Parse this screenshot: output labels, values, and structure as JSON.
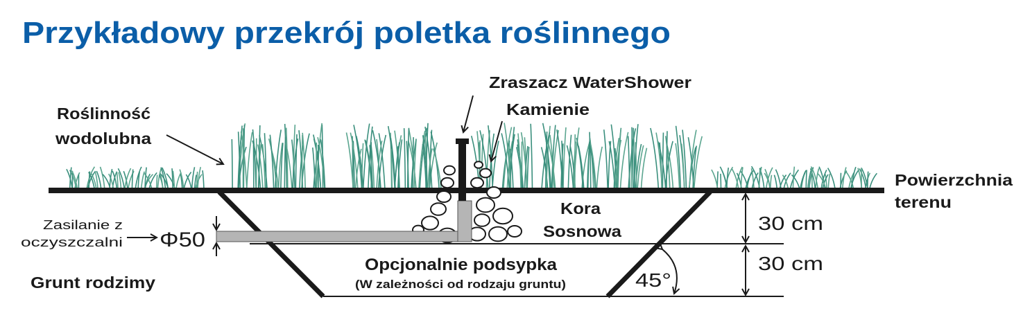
{
  "title": "Przykładowy przekrój poletka roślinnego",
  "labels": {
    "vegetation_1": "Roślinność",
    "vegetation_2": "wodolubna",
    "sprinkler": "Zraszacz WaterShower",
    "stones": "Kamienie",
    "surface_1": "Powierzchnia",
    "surface_2": "terenu",
    "bark_1": "Kora",
    "bark_2": "Sosnowa",
    "supply_1": "Zasilanie z",
    "supply_2": "oczyszczalni",
    "pipe_diameter": "Φ50",
    "native_soil": "Grunt rodzimy",
    "optional_1": "Opcjonalnie podsypka",
    "optional_2": "(W zależności od rodzaju gruntu)",
    "depth_top": "30 cm",
    "depth_bottom": "30 cm",
    "angle": "45°"
  },
  "colors": {
    "title": "#0b5ea8",
    "grass": "#3a8f7d",
    "pipe": "#b5b5b5",
    "line": "#1a1a1a"
  }
}
